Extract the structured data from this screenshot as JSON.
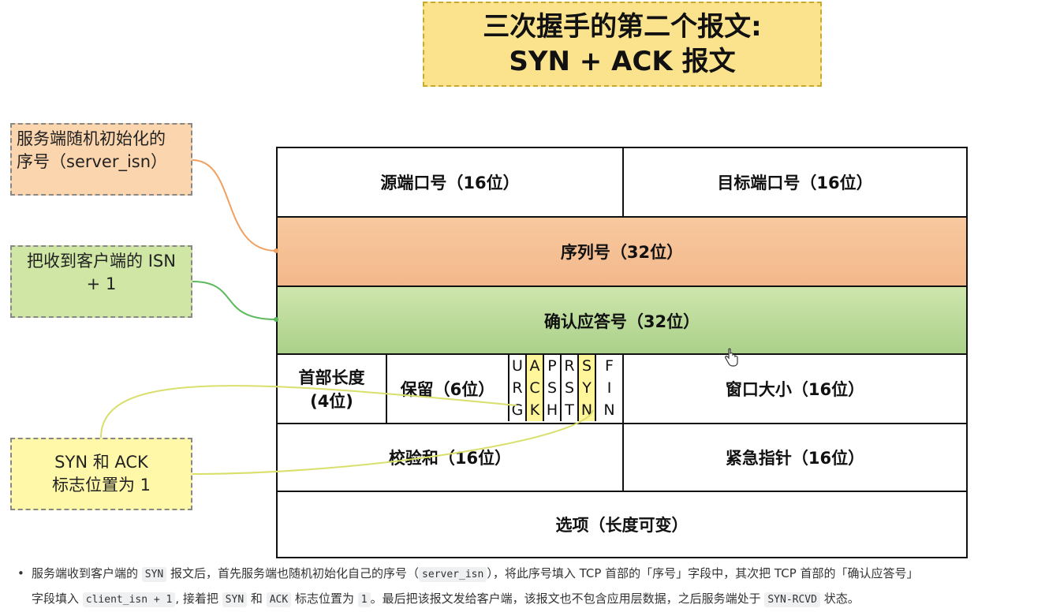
{
  "title": {
    "line1": "三次握手的第二个报文:",
    "line2": "SYN + ACK 报文"
  },
  "side_notes": {
    "server_isn": {
      "line1": "服务端随机初始化的",
      "line2": "序号（server_isn）"
    },
    "ack_isn": {
      "line1": "把收到客户端的 ISN",
      "line2": "+ 1"
    },
    "flags": {
      "line1": "SYN 和 ACK",
      "line2": "标志位置为 1"
    }
  },
  "header_fields": {
    "src_port": "源端口号（16位）",
    "dst_port": "目标端口号（16位）",
    "seq": "序列号（32位）",
    "ack": "确认应答号（32位）",
    "hdr_len_1": "首部长度",
    "hdr_len_2": "(4位)",
    "reserved": "保留（6位）",
    "window": "窗口大小（16位）",
    "checksum": "校验和（16位）",
    "urgent": "紧急指针（16位）",
    "options": "选项（长度可变）"
  },
  "flags": [
    {
      "c1": "U",
      "c2": "R",
      "c3": "G",
      "highlighted": false
    },
    {
      "c1": "A",
      "c2": "C",
      "c3": "K",
      "highlighted": true
    },
    {
      "c1": "P",
      "c2": "S",
      "c3": "H",
      "highlighted": false
    },
    {
      "c1": "R",
      "c2": "S",
      "c3": "T",
      "highlighted": false
    },
    {
      "c1": "S",
      "c2": "Y",
      "c3": "N",
      "highlighted": true
    },
    {
      "c1": "F",
      "c2": "I",
      "c3": "N",
      "highlighted": false
    }
  ],
  "footer": {
    "bullet": "•",
    "p1": "服务端收到客户端的 ",
    "c1": "SYN",
    "p2": " 报文后，首先服务端也随机初始化自己的序号（",
    "c2": "server_isn",
    "p3": "），将此序号填入 TCP 首部的「序号」字段中，其次把 TCP 首部的「确认应答号」",
    "p4": "字段填入 ",
    "c3": "client_isn + 1",
    "p5": ", 接着把 ",
    "c4": "SYN",
    "p6": " 和 ",
    "c5": "ACK",
    "p7": " 标志位置为 ",
    "c6": "1",
    "p8": "。最后把该报文发给客户端，该报文也不包含应用层数据，之后服务端处于 ",
    "c7": "SYN-RCVD",
    "p9": " 状态。"
  },
  "colors": {
    "title_bg": "#fbe38e",
    "seq_bg": "#f3b88c",
    "ack_bg": "#a9d088",
    "flag_highlight": "#fff59a",
    "connector_orange": "#f0a060",
    "connector_green": "#5cb85c",
    "connector_yellow": "#d8df6a"
  }
}
